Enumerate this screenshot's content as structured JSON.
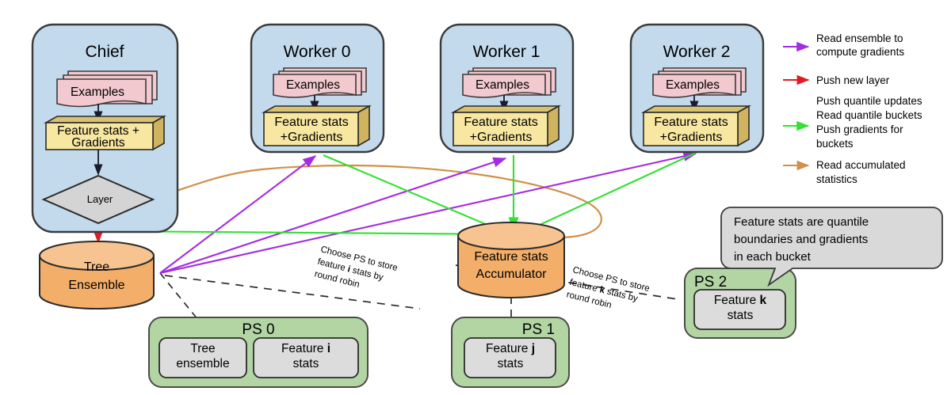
{
  "diagram": {
    "title": "Distributed boosted trees training architecture",
    "colors": {
      "node_fill": "#c3daed",
      "node_stroke": "#3a3a3a",
      "examples_fill": "#f2c9ce",
      "stats_front": "#f7e7a0",
      "stats_side": "#cfb35e",
      "diamond_fill": "#d4d4d4",
      "cylinder_fill": "#f3ae6a",
      "cylinder_top": "#f6c391",
      "ps_fill": "#b3d5a4",
      "ps_inner_fill": "#dcdcdc",
      "callout_fill": "#d9d9d9",
      "purple": "#a42ce0",
      "red": "#e01b24",
      "green": "#33e033",
      "orange": "#d09048"
    }
  },
  "workers": [
    {
      "id": "chief",
      "title": "Chief",
      "examples_label": "Examples",
      "stats_line1": "Feature stats +",
      "stats_line2": "Gradients",
      "decision_label": "Layer"
    },
    {
      "id": "worker0",
      "title": "Worker 0",
      "examples_label": "Examples",
      "stats_line1": "Feature stats",
      "stats_line2": "+Gradients"
    },
    {
      "id": "worker1",
      "title": "Worker 1",
      "examples_label": "Examples",
      "stats_line1": "Feature stats",
      "stats_line2": "+Gradients"
    },
    {
      "id": "worker2",
      "title": "Worker 2",
      "examples_label": "Examples",
      "stats_line1": "Feature stats",
      "stats_line2": "+Gradients"
    }
  ],
  "stores": [
    {
      "id": "tree-ensemble",
      "line1": "Tree",
      "line2": "Ensemble"
    },
    {
      "id": "feature-stats-accumulator",
      "line1": "Feature stats",
      "line2": "Accumulator"
    }
  ],
  "parameter_servers": [
    {
      "id": "ps0",
      "label": "PS 0",
      "label_align": "center",
      "items": [
        {
          "line1": "Tree",
          "line2": "ensemble",
          "emphasis": ""
        },
        {
          "line1": "Feature ",
          "emphasis": "i",
          "line2": "stats"
        }
      ]
    },
    {
      "id": "ps1",
      "label": "PS 1",
      "label_align": "right",
      "items": [
        {
          "line1": "Feature ",
          "emphasis": "j",
          "line2": "stats"
        }
      ]
    },
    {
      "id": "ps2",
      "label": "PS 2",
      "label_align": "left",
      "items": [
        {
          "line1": "Feature ",
          "emphasis": "k",
          "line2": "stats"
        }
      ]
    }
  ],
  "annotations": [
    {
      "id": "round-robin-i",
      "line1": "Choose PS to store",
      "line2_pre": "feature ",
      "line2_em": "i",
      "line2_post": " stats by",
      "line3": "round robin"
    },
    {
      "id": "round-robin-k",
      "line1": "Choose PS to store",
      "line2_pre": "feature ",
      "line2_em": "k",
      "line2_post": " stats by",
      "line3": "round robin"
    }
  ],
  "callout": {
    "id": "feature-stats-callout",
    "line1": "Feature stats are quantile",
    "line2": "boundaries and gradients",
    "line3": "in each bucket"
  },
  "legend": {
    "entries": [
      {
        "id": "legend-read-ensemble",
        "color": "#a42ce0",
        "arrow": "arrow-right-icon",
        "lines": [
          "Read ensemble to",
          "compute gradients"
        ]
      },
      {
        "id": "legend-push-new-layer",
        "color": "#e01b24",
        "arrow": "arrow-right-icon",
        "lines": [
          "Push new layer"
        ]
      },
      {
        "id": "legend-quantile",
        "color": "#33e033",
        "arrow": "arrow-right-icon",
        "lines": [
          "Push quantile updates",
          "Read quantile buckets",
          "Push gradients for",
          "buckets"
        ]
      },
      {
        "id": "legend-read-accumulated",
        "color": "#d09048",
        "arrow": "arrow-right-icon",
        "lines": [
          "Read accumulated",
          "statistics"
        ]
      }
    ]
  }
}
